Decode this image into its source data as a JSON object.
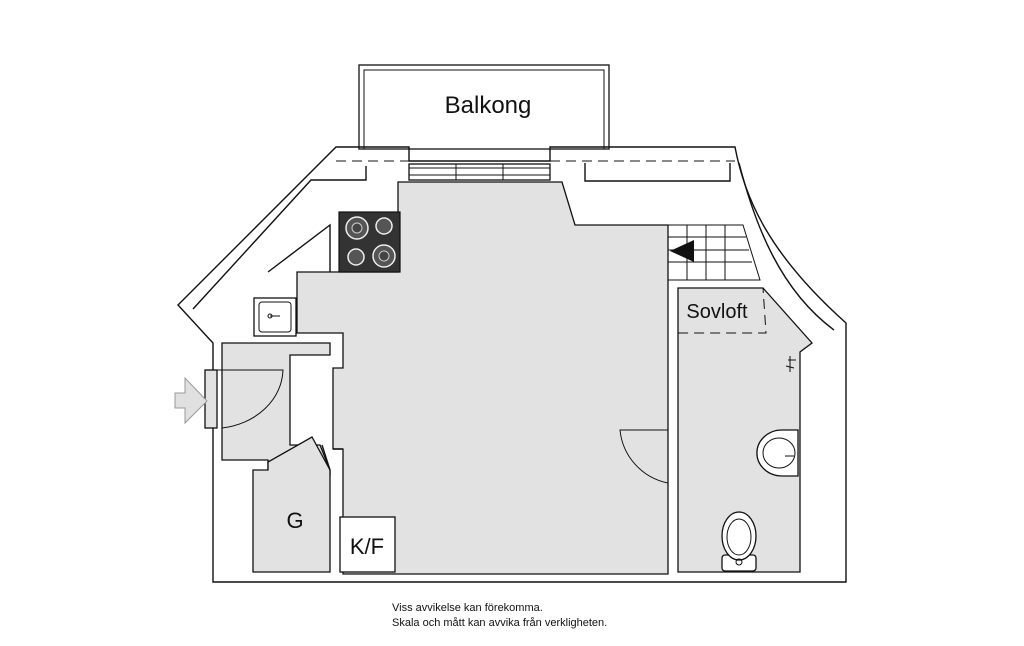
{
  "rooms": {
    "balcony": "Balkong",
    "sleeping_loft": "Sovloft",
    "storage": "G",
    "fridge_freezer": "K/F"
  },
  "disclaimer": {
    "line1": "Viss avvikelse kan förekomma.",
    "line2": "Skala och mått kan avvika från verkligheten."
  }
}
